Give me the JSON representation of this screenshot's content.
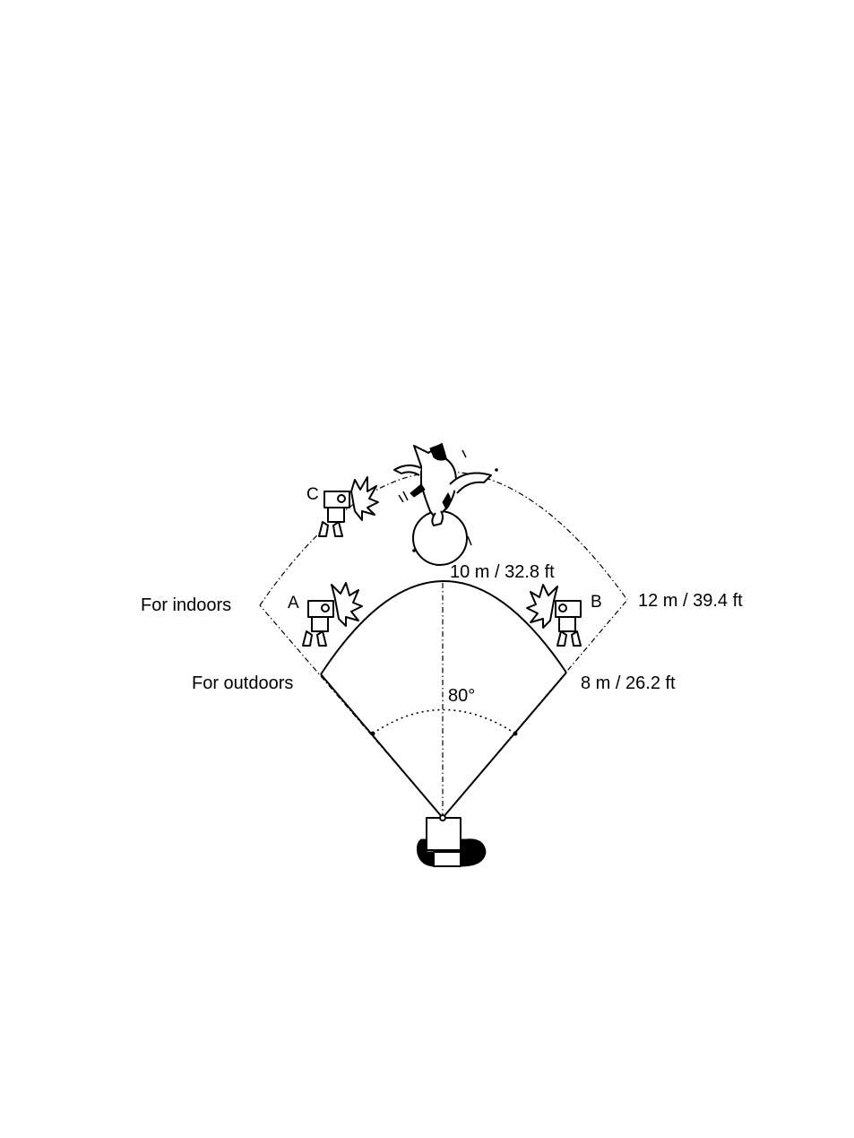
{
  "labels": {
    "for_indoors": "For indoors",
    "for_outdoors": "For outdoors",
    "range_center": "10 m / 32.8 ft",
    "range_outer": "12 m / 39.4 ft",
    "range_inner": "8 m / 26.2 ft",
    "angle": "80°"
  },
  "flash_units": [
    {
      "id": "A",
      "label": "A"
    },
    {
      "id": "B",
      "label": "B"
    },
    {
      "id": "C",
      "label": "C"
    }
  ],
  "colors": {
    "ink": "#000000",
    "background": "#ffffff"
  }
}
